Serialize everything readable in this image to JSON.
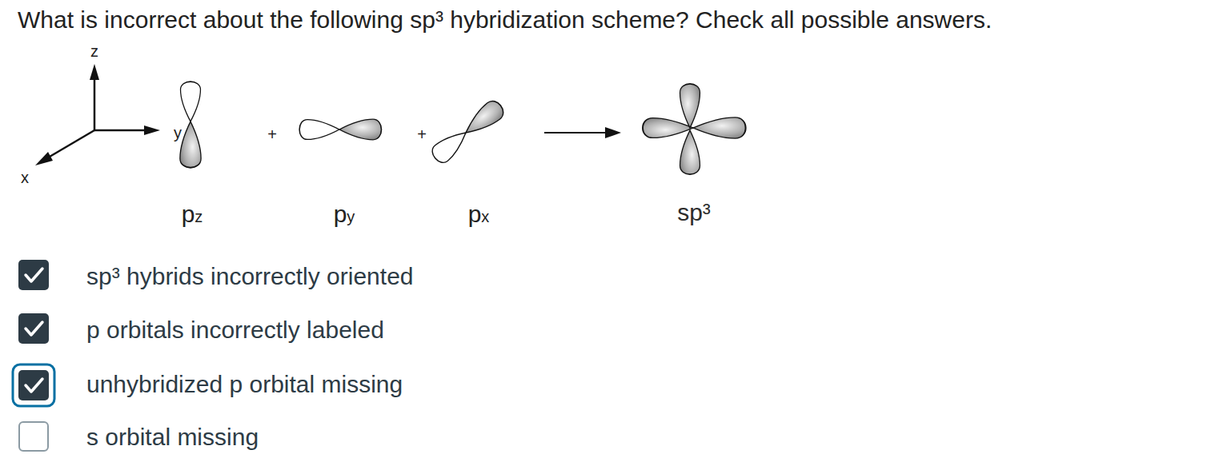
{
  "diagram": {
    "title": "What is incorrect about the following sp³ hybridization scheme? Check all possible answers.",
    "labels": [
      "z",
      "y",
      "x",
      "+",
      "+",
      "pz",
      "py",
      "px",
      "sp³",
      "sp³ hybrids incorrectly oriented",
      "p orbitals incorrectly labeled",
      "unhybridized p orbital missing",
      "s orbital missing"
    ]
  }
}
